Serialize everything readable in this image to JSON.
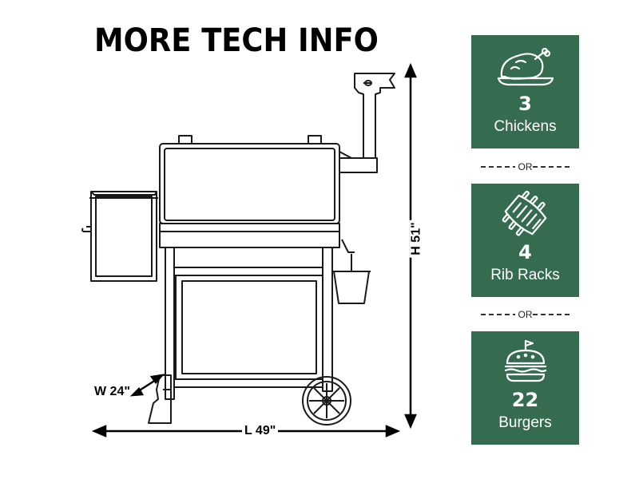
{
  "title": "MORE TECH INFO",
  "dimensions": {
    "width": "W 24\"",
    "length": "L 49\"",
    "height": "H 51\""
  },
  "capacities": [
    {
      "icon": "chicken-icon",
      "count": "3",
      "label": "Chickens"
    },
    {
      "icon": "ribs-icon",
      "count": "4",
      "label": "Rib Racks"
    },
    {
      "icon": "burger-icon",
      "count": "22",
      "label": "Burgers"
    }
  ],
  "separator": "OR",
  "colors": {
    "card_bg": "#356b4f",
    "card_text": "#ffffff",
    "line_art": "#1a1a1a"
  }
}
